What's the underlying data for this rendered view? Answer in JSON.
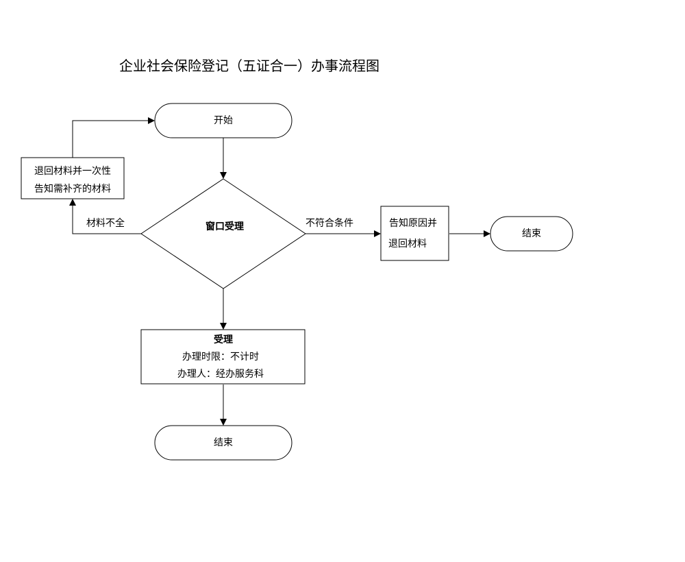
{
  "title": "企业社会保险登记（五证合一）办事流程图",
  "nodes": {
    "start": {
      "label": "开始"
    },
    "return_notify": {
      "line1": "退回材料并一次性",
      "line2": "告知需补齐的材料"
    },
    "window_accept": {
      "label": "窗口受理"
    },
    "notify_reason": {
      "line1": "告知原因并",
      "line2": "退回材料"
    },
    "end_right": {
      "label": "结束"
    },
    "accept": {
      "heading": "受理",
      "line1": "办理时限：不计时",
      "line2": "办理人：经办服务科"
    },
    "end_bottom": {
      "label": "结束"
    }
  },
  "edges": {
    "incomplete_label": "材料不全",
    "nonconform_label": "不符合条件"
  }
}
